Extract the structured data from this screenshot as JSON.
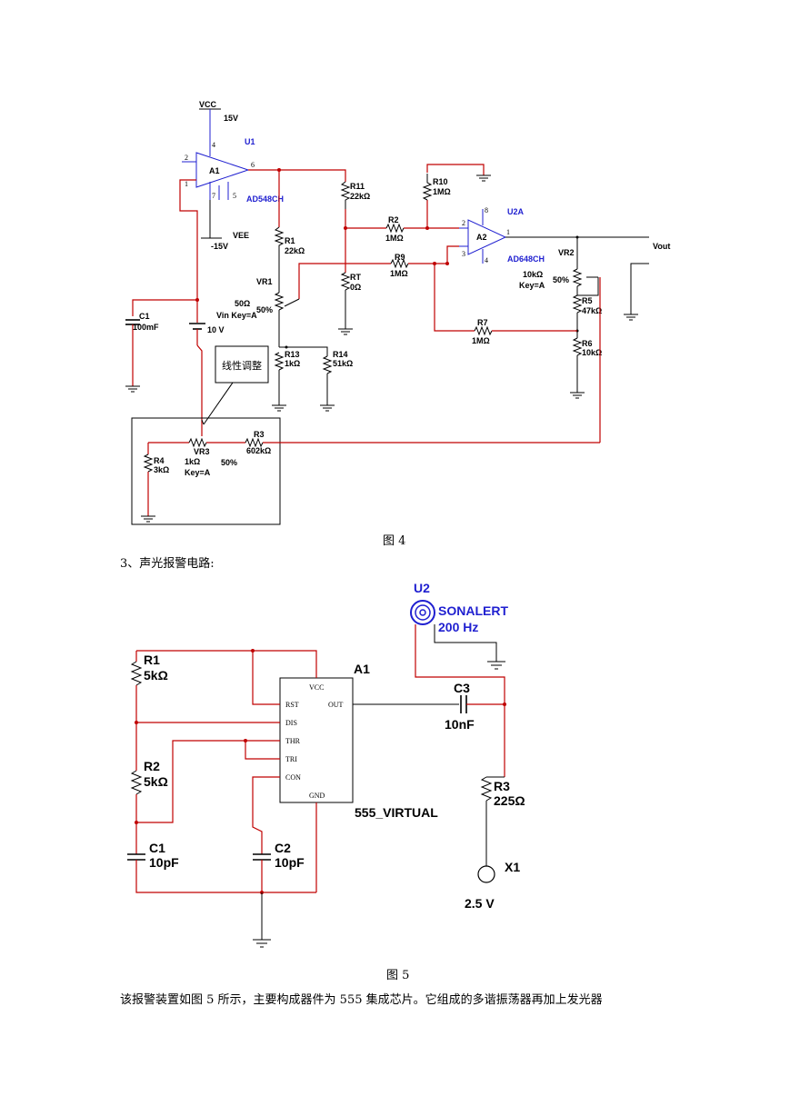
{
  "fig4": {
    "vcc": "VCC",
    "v15": "15V",
    "u1": "U1",
    "a1": "A1",
    "ad548": "AD548CH",
    "vee": "VEE",
    "vm15": "-15V",
    "r11": "R11",
    "r11v": "22kΩ",
    "r10": "R10",
    "r10v": "1MΩ",
    "r2": "R2",
    "r2v": "1MΩ",
    "u2a": "U2A",
    "a2": "A2",
    "ad648": "AD648CH",
    "r1": "R1",
    "r1v": "22kΩ",
    "r9": "R9",
    "r9v": "1MΩ",
    "vr1": "VR1",
    "rt": "RT",
    "rtv": "0Ω",
    "vr1v": "50Ω",
    "vr1key": "Vin Key=A",
    "vr1pct": "50%",
    "c1": "C1",
    "c1v": "100mF",
    "batt": "10 V",
    "r13": "R13",
    "r13v": "1kΩ",
    "r14": "R14",
    "r14v": "51kΩ",
    "vr2": "VR2",
    "vr2v": "10kΩ",
    "vr2key": "Key=A",
    "vr2pct": "50%",
    "r5": "R5",
    "r5v": "47kΩ",
    "r7": "R7",
    "r7v": "1MΩ",
    "r6": "R6",
    "r6v": "10kΩ",
    "vout": "Vout",
    "linear": "线性调整",
    "r3": "R3",
    "r3v": "602kΩ",
    "r4": "R4",
    "r4v": "3kΩ",
    "vr3": "VR3",
    "vr3v": "1kΩ",
    "vr3key": "Key=A",
    "vr3pct": "50%",
    "pin4": "4",
    "pin1": "1",
    "pin2": "2",
    "pin6": "6",
    "pin7": "7",
    "pin5": "5",
    "pin8": "8",
    "pin3": "3"
  },
  "fig4_caption": "图 4",
  "section3": "3、声光报警电路:",
  "fig5": {
    "u2": "U2",
    "sonalert": "SONALERT",
    "hz": "200 Hz",
    "a1": "A1",
    "r1": "R1",
    "r1v": "5kΩ",
    "r2": "R2",
    "r2v": "5kΩ",
    "c1": "C1",
    "c1v": "10pF",
    "c2": "C2",
    "c2v": "10pF",
    "c3": "C3",
    "c3v": "10nF",
    "r3": "R3",
    "r3v": "225Ω",
    "x1": "X1",
    "x1v": "2.5 V",
    "chip": "555_VIRTUAL",
    "vcc": "VCC",
    "rst": "RST",
    "out": "OUT",
    "dis": "DIS",
    "thr": "THR",
    "tri": "TRI",
    "con": "CON",
    "gnd": "GND"
  },
  "fig5_caption": "图 5",
  "body_text": "该报警装置如图 5 所示，主要构成器件为 555 集成芯片。它组成的多谐振荡器再加上发光器"
}
